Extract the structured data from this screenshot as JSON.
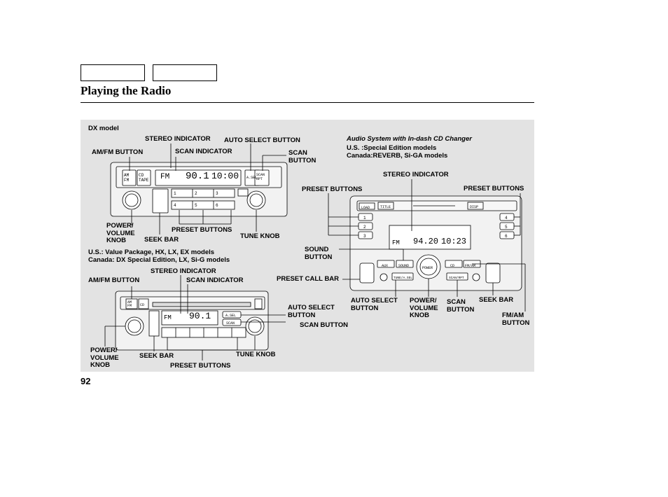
{
  "page": {
    "title": "Playing the Radio",
    "page_number": "92"
  },
  "labels": {
    "dx_model": "DX model",
    "stereo_indicator_1": "STEREO INDICATOR",
    "auto_select_button_1": "AUTO SELECT BUTTON",
    "amfm_button_1": "AM/FM BUTTON",
    "scan_indicator_1": "SCAN INDICATOR",
    "scan_button_1": "SCAN\nBUTTON",
    "power_volume_knob_1": "POWER/\nVOLUME\nKNOB",
    "preset_buttons_1": "PRESET BUTTONS",
    "seek_bar_1": "SEEK BAR",
    "tune_knob_1": "TUNE KNOB",
    "model_line_2": "U.S.: Value Package, HX, LX, EX models\nCanada: DX Special Edition, LX, Si-G models",
    "stereo_indicator_2": "STEREO INDICATOR",
    "amfm_button_2": "AM/FM BUTTON",
    "scan_indicator_2": "SCAN INDICATOR",
    "auto_select_button_2": "AUTO SELECT\nBUTTON",
    "scan_button_2": "SCAN BUTTON",
    "power_volume_knob_2": "POWER/\nVOLUME\nKNOB",
    "seek_bar_2": "SEEK BAR",
    "tune_knob_2": "TUNE KNOB",
    "preset_buttons_2": "PRESET BUTTONS",
    "cd_title": "Audio System with In-dash CD Changer",
    "cd_models": "U.S. :Special Edition models\nCanada:REVERB, Si-GA models",
    "stereo_indicator_3": "STEREO INDICATOR",
    "preset_buttons_3_left": "PRESET BUTTONS",
    "preset_buttons_3_right": "PRESET BUTTONS",
    "sound_button": "SOUND\nBUTTON",
    "preset_call_bar": "PRESET CALL BAR",
    "auto_select_button_3": "AUTO SELECT\nBUTTON",
    "power_volume_knob_3": "POWER/\nVOLUME\nKNOB",
    "scan_button_3": "SCAN\nBUTTON",
    "seek_bar_3": "SEEK BAR",
    "fmam_button": "FM/AM\nBUTTON"
  },
  "radios": {
    "dx": {
      "display_mode": "FM",
      "display_freq": "90.1",
      "display_time": "10:00",
      "btn_amfm": "AM\nFM",
      "btn_cd_tape": "CD\nTAPE",
      "btn_auto_sel": "A.SEL",
      "btn_scan": "SCAN\nRPT",
      "preset_top": [
        "1",
        "2",
        "3"
      ],
      "preset_bottom": [
        "4",
        "5",
        "6"
      ]
    },
    "value_package": {
      "display_mode": "FM",
      "display_freq": "90.1",
      "btn_amfm": "AM\nFM",
      "btn_cd": "CD",
      "btn_auto_sel": "A.SEL",
      "btn_scan": "SCAN"
    },
    "cd_changer": {
      "display_mode": "FM",
      "display_freq": "94.20",
      "display_time": "10:23",
      "btn_load": "LOAD",
      "btn_title": "TITLE",
      "btn_disp": "DISP",
      "btn_aux": "AUX",
      "btn_sound": "SOUND",
      "btn_power": "POWER",
      "btn_cd": "CD",
      "btn_fmam": "FM/AM",
      "btn_tune_asel": "TUNE/A.SEL",
      "btn_scan_rpt": "SCAN/RPT",
      "presets": [
        "1",
        "2",
        "3",
        "4",
        "5",
        "6"
      ]
    }
  }
}
